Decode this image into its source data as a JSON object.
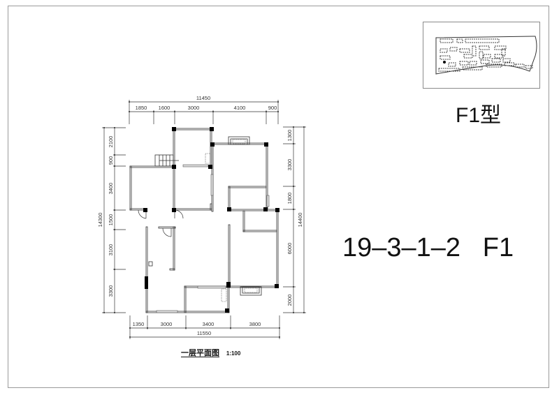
{
  "sheet": {
    "type_label": "F1型",
    "unit_label": "19–3–1–2   F1",
    "plan_title": "一层平面图",
    "plan_scale": "1:100"
  },
  "dimensions": {
    "top_total": "11450",
    "top_segments": [
      "1850",
      "1600",
      "3000",
      "4100",
      "900"
    ],
    "bottom_total": "11550",
    "bottom_segments": [
      "1350",
      "3000",
      "3400",
      "3800"
    ],
    "left_total": "14300",
    "left_segments": [
      "2100",
      "900",
      "3400",
      "1500",
      "3100",
      "3300"
    ],
    "right_total": "14400",
    "right_segments": [
      "1300",
      "3300",
      "1800",
      "6000",
      "2000"
    ]
  },
  "keymap": {
    "label": "site-key-plan"
  },
  "colors": {
    "line": "#222222",
    "column": "#000000",
    "border": "#9a9a9a"
  }
}
